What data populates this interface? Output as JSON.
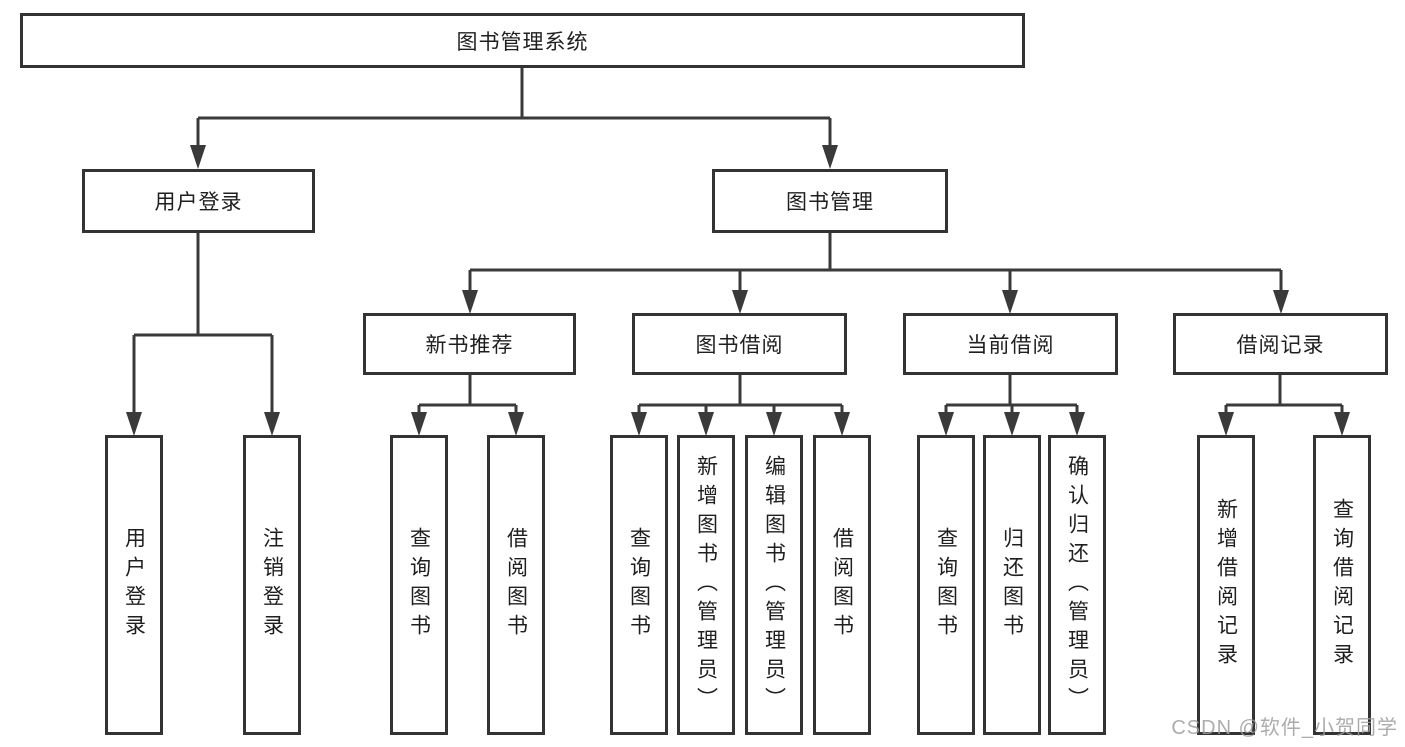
{
  "diagram": {
    "root": {
      "label": "图书管理系统"
    },
    "user_login": {
      "label": "用户登录",
      "children": [
        {
          "label": "用户登录"
        },
        {
          "label": "注销登录"
        }
      ]
    },
    "book_mgmt": {
      "label": "图书管理",
      "sections": [
        {
          "label": "新书推荐",
          "children": [
            {
              "label": "查询图书"
            },
            {
              "label": "借阅图书"
            }
          ]
        },
        {
          "label": "图书借阅",
          "children": [
            {
              "label": "查询图书"
            },
            {
              "label": "新增图书（管理员）"
            },
            {
              "label": "编辑图书（管理员）"
            },
            {
              "label": "借阅图书"
            }
          ]
        },
        {
          "label": "当前借阅",
          "children": [
            {
              "label": "查询图书"
            },
            {
              "label": "归还图书"
            },
            {
              "label": "确认归还（管理员）"
            }
          ]
        },
        {
          "label": "借阅记录",
          "children": [
            {
              "label": "新增借阅记录"
            },
            {
              "label": "查询借阅记录"
            }
          ]
        }
      ]
    }
  },
  "watermark": {
    "text": "CSDN @软件_小贺同学"
  },
  "colors": {
    "line": "#3a3a3a",
    "border": "#333333",
    "text": "#1f1f1f",
    "watermark": "#9e9e9e",
    "background": "#ffffff"
  }
}
